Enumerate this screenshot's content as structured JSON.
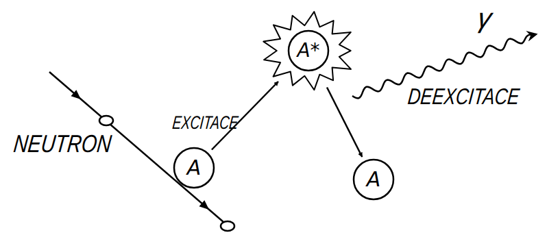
{
  "diagram": {
    "nodes": [
      {
        "text": [
          "A"
        ]
      },
      {
        "text": [
          "A*"
        ]
      },
      {
        "text": [
          "A"
        ]
      }
    ],
    "edges": [
      {
        "from": 0,
        "to": 1,
        "arrow": "to",
        "label": "EXCITACE"
      },
      {
        "from": 1,
        "to": 2,
        "arrow": "to",
        "label": "DEEXCITACE"
      }
    ],
    "labels": [
      "NEUTRON",
      "γ"
    ]
  }
}
